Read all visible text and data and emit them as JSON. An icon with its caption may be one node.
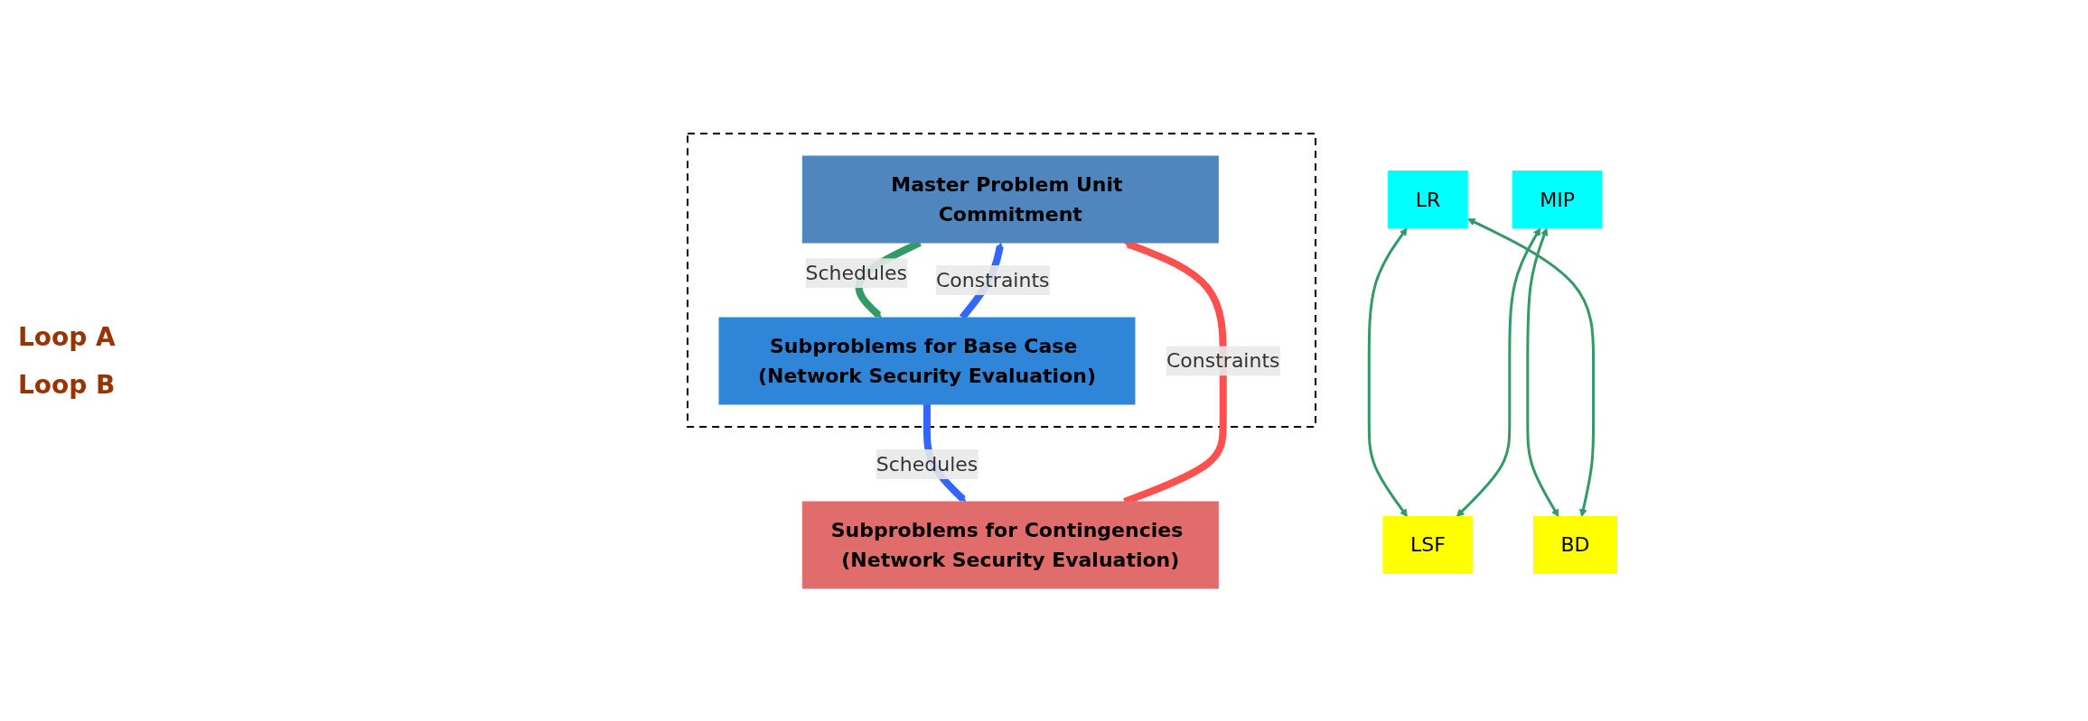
{
  "diagram": {
    "nodes": [
      {
        "text": [],
        "shape": "box"
      },
      {
        "text": [
          "Master Problem Unit Commitment"
        ],
        "in": 0
      },
      {
        "text": [
          "Subproblems for Base Case (Network Security Evaluation)"
        ],
        "in": 0
      },
      {
        "text": [
          "Subproblems for Contingencies (Network Security Evaluation)"
        ]
      },
      {
        "text": [
          "LR"
        ]
      },
      {
        "text": [
          "MIP"
        ]
      },
      {
        "text": [
          "LSF"
        ]
      },
      {
        "text": [
          "BD"
        ]
      }
    ],
    "edges": [
      {
        "from": 1,
        "to": 2,
        "arrow": "to",
        "label": "Schedules",
        "style": "thick"
      },
      {
        "from": 2,
        "to": 1,
        "arrow": "to",
        "label": "Constraints",
        "style": "thick",
        "color": "#3366ff"
      },
      {
        "from": 2,
        "to": 3,
        "arrow": "to",
        "label": "Schedules",
        "style": "thick",
        "color": "#3366ff"
      },
      {
        "from": 3,
        "to": 1,
        "arrow": "to",
        "label": "Constraints",
        "style": "thick",
        "color": "#ff5050"
      },
      {
        "from": 4,
        "to": 6,
        "arrow": "both"
      },
      {
        "from": 5,
        "to": 7,
        "arrow": "both"
      },
      {
        "from": 4,
        "to": 7,
        "arrow": "both"
      },
      {
        "from": 5,
        "to": 6,
        "arrow": "both"
      }
    ],
    "labels": [
      "Loop A",
      "Loop B"
    ]
  }
}
